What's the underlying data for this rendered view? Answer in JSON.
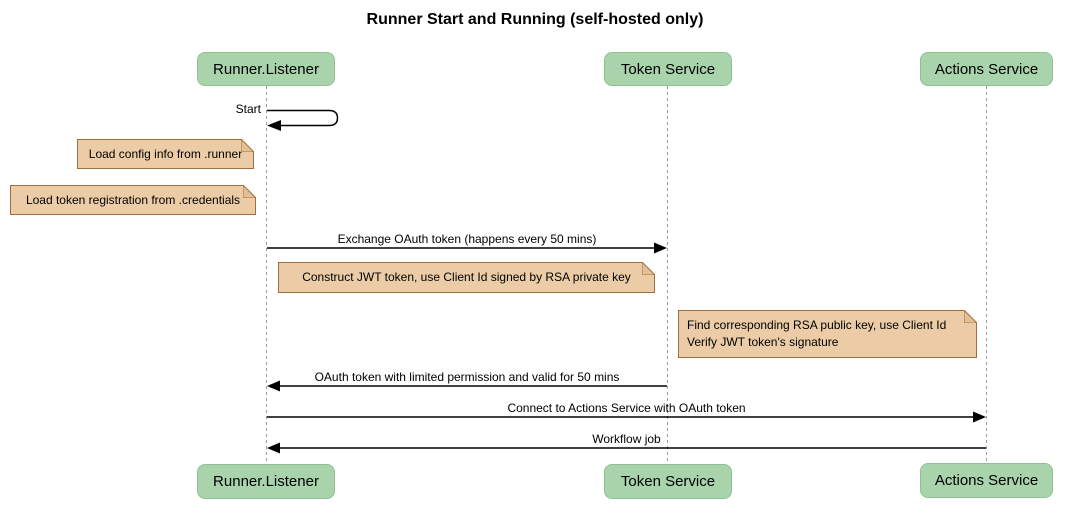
{
  "diagram": {
    "title": "Runner Start and Running (self-hosted only)",
    "type": "sequence-diagram"
  },
  "participants": [
    {
      "name": "Runner.Listener"
    },
    {
      "name": "Token Service"
    },
    {
      "name": "Actions Service"
    }
  ],
  "messages": [
    {
      "label": "Start",
      "from": "Runner.Listener",
      "to": "Runner.Listener",
      "style": "self"
    },
    {
      "label": "Exchange OAuth token (happens every 50 mins)",
      "from": "Runner.Listener",
      "to": "Token Service",
      "style": "solid-arrow"
    },
    {
      "label": "OAuth token with limited permission and valid for 50 mins",
      "from": "Token Service",
      "to": "Runner.Listener",
      "style": "solid-arrow"
    },
    {
      "label": "Connect to Actions Service with OAuth token",
      "from": "Runner.Listener",
      "to": "Actions Service",
      "style": "solid-arrow"
    },
    {
      "label": "Workflow job",
      "from": "Actions Service",
      "to": "Runner.Listener",
      "style": "solid-arrow"
    }
  ],
  "notes": [
    {
      "text": "Load config info from .runner",
      "position": "left of Runner.Listener"
    },
    {
      "text": "Load token registration from .credentials",
      "position": "left of Runner.Listener"
    },
    {
      "text": "Construct JWT token, use Client Id signed by RSA private key",
      "position": "right of Runner.Listener"
    },
    {
      "text": "Find corresponding RSA public key, use Client Id\nVerify JWT token's signature",
      "position": "left of Actions Service"
    }
  ],
  "colors": {
    "participant_fill": "#A9D3AB",
    "participant_border": "#8FC193",
    "note_fill": "#EBCCA6",
    "note_border": "#A0703C",
    "lifeline": "#9A9A9A",
    "message": "#000000"
  }
}
